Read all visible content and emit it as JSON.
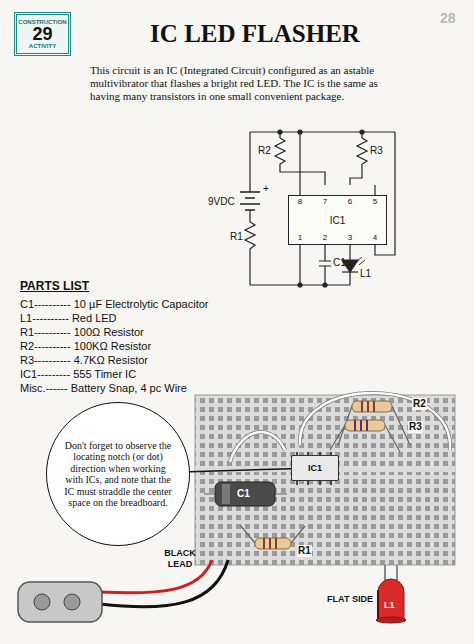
{
  "diagram": {
    "title": "IC LED FLASHER",
    "nodes": [
      {
        "text": [
          "CONSTRUCTION",
          "29",
          "ACTIVITY"
        ]
      },
      {
        "text": [
          "IC1"
        ]
      },
      {
        "text": [
          "Don't forget to observe the locating notch (or dot) direction when working with ICs, and note that the IC must straddle the center space on the breadboard."
        ]
      },
      {
        "text": [
          "IC1"
        ]
      }
    ],
    "edges": [
      {
        "from": 2,
        "to": 3,
        "arrow": "none"
      }
    ],
    "labels": [
      "28",
      "This circuit is an IC (Integrated Circuit) configured as an astable multivibrator that flashes a bright red LED. The IC is the same as having many transistors in one small convenient package.",
      "R2",
      "R3",
      "9VDC",
      "+",
      "R1",
      "C1",
      "L1",
      "8",
      "7",
      "6",
      "5",
      "1",
      "2",
      "3",
      "4",
      "PARTS LIST",
      "C1---------- 10 µF Electrolytic Capacitor",
      "L1---------- Red LED",
      "R1---------- 100Ω Resistor",
      "R2---------- 100KΩ Resistor",
      "R3---------- 4.7KΩ Resistor",
      "IC1--------- 555 Timer IC",
      "Misc.------ Battery Snap, 4 pc Wire",
      "R2",
      "R3",
      "C1",
      "R1",
      "BLACK LEAD",
      "FLAT SIDE",
      "L1"
    ]
  }
}
